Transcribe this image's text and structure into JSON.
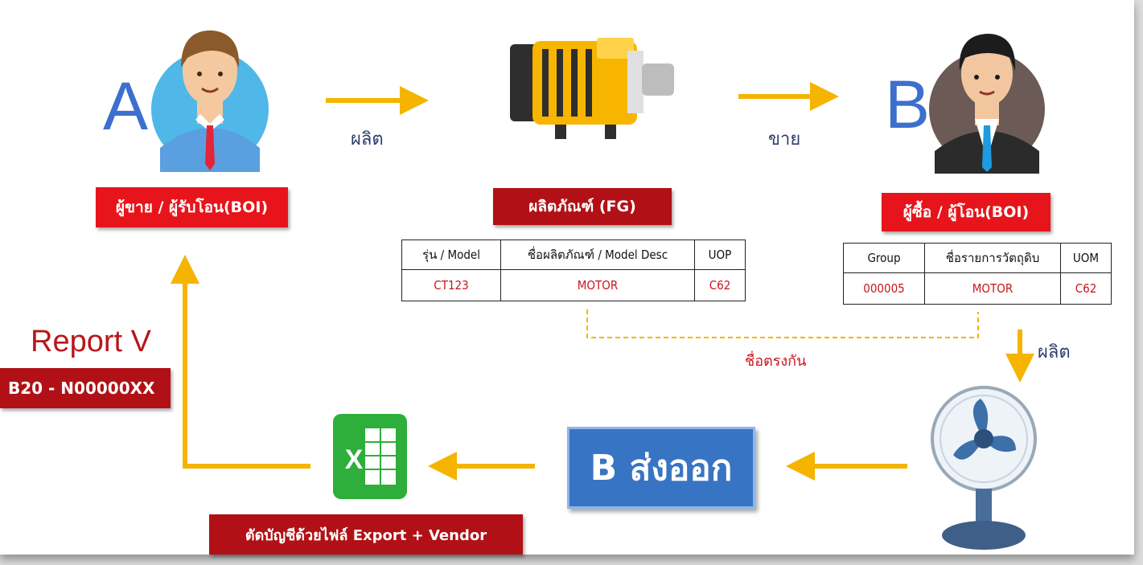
{
  "seller": {
    "letter": "A",
    "label": "ผู้ขาย / ผู้รับโอน(BOI)"
  },
  "buyer": {
    "letter": "B",
    "label": "ผู้ซื้อ / ผู้โอน(BOI)"
  },
  "arrow_labels": {
    "produce_1": "ผลิต",
    "sell": "ขาย",
    "produce_2": "ผลิต"
  },
  "product": {
    "label": "ผลิตภัณฑ์ (FG)"
  },
  "fg_table": {
    "headers": [
      "รุ่น / Model",
      "ชื่อผลิตภัณฑ์ / Model Desc",
      "UOP"
    ],
    "row": [
      "CT123",
      "MOTOR",
      "C62"
    ]
  },
  "rm_table": {
    "headers": [
      "Group",
      "ชื่อรายการวัตถุดิบ",
      "UOM"
    ],
    "row": [
      "000005",
      "MOTOR",
      "C62"
    ]
  },
  "match_label": "ชื่อตรงกัน",
  "export_label": "B ส่งออก",
  "excel_label": "ตัดบัญชีด้วยไฟล์ Export + Vendor",
  "report": {
    "title": "Report V",
    "code": "B20 - N00000XX"
  },
  "colors": {
    "arrow": "#f4b400",
    "red": "#e8141b",
    "blue": "#3874c4",
    "letter": "#3d6fcf"
  }
}
